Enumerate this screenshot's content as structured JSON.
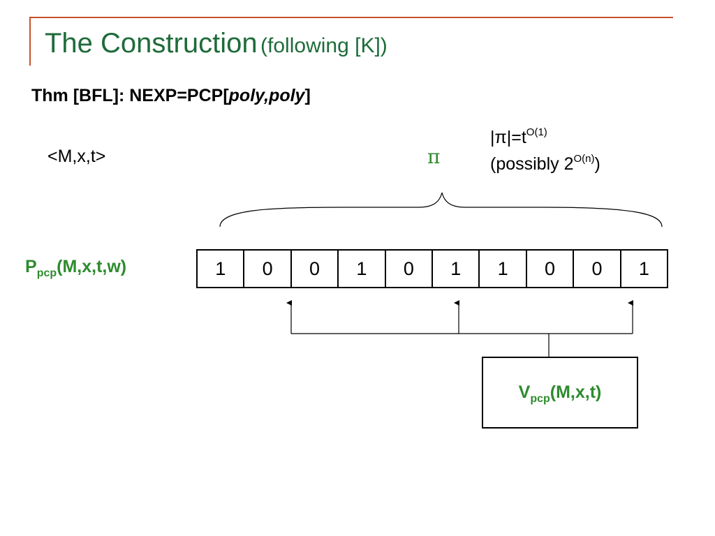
{
  "slide": {
    "title_main": "The Construction",
    "title_paren": "(following [K])",
    "theorem_prefix": "Thm [BFL]: NEXP=PCP[",
    "theorem_italic": "poly,poly",
    "theorem_suffix": "]",
    "input_label": "<M,x,t>",
    "proof_symbol": "π",
    "size_line1_prefix": "|π|=t",
    "size_line1_exp": "O(1)",
    "size_line2_prefix": "(possibly 2",
    "size_line2_exp": "O(n)",
    "size_line2_suffix": ")",
    "prover_P": "P",
    "prover_sub": "pcp",
    "prover_args": "(M,x,t,w)",
    "verifier_V": "V",
    "verifier_sub": "pcp",
    "verifier_args": "(M,x,t)",
    "bits": [
      "1",
      "0",
      "0",
      "1",
      "0",
      "1",
      "1",
      "0",
      "0",
      "1"
    ]
  }
}
